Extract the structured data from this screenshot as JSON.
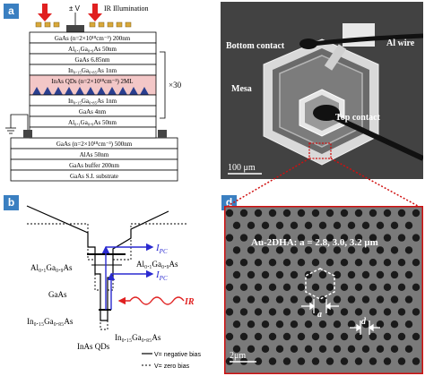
{
  "panels": {
    "a": "a",
    "b": "b",
    "c": "c",
    "d": "d"
  },
  "panel_a": {
    "voltage": "± V",
    "ir_illumination": "IR Illumination",
    "layers": [
      "GaAs (n=2×10¹⁸cm⁻³) 200nm",
      "Al₀.₁Ga₀.₉As 50nm",
      "GaAs 6.85nm",
      "In₀.₁₅Ga₀.₈₅As 1nm",
      "InAs QDs (n=2×10¹⁸cm⁻³) 2ML",
      "In₀.₁₅Ga₀.₈₅As 1nm",
      "GaAs 4nm",
      "Al₀.₁Ga₀.₉As 50nm",
      "GaAs (n=2×10¹⁸cm⁻³) 500nm",
      "AlAs 50nm",
      "GaAs buffer 200nm",
      "GaAs S.I. substrate"
    ],
    "repeat": "×30"
  },
  "panel_b": {
    "i_pc_top": "I",
    "i_pc_top_sub": "PC",
    "i_pc_mid": "I",
    "i_pc_mid_sub": "PC",
    "algaas_left": "Al₀.₁Ga₀.₉As",
    "algaas_right": "Al₀.₁Ga₀.₉As",
    "gaas": "GaAs",
    "ingaas_left": "In₀.₁₅Ga₀.₈₅As",
    "ingaas_right": "In₀.₁₅Ga₀.₈₅As",
    "inas": "InAs QDs",
    "ir": "IR",
    "legend_negative": "V= negative bias",
    "legend_zero": "V= zero bias"
  },
  "panel_c": {
    "bottom_contact": "Bottom contact",
    "al_wire": "Al wire",
    "mesa": "Mesa",
    "top_contact": "Top contact",
    "scale": "100 μm"
  },
  "panel_d": {
    "title": "Au-2DHA: a = 2.8, 3.0, 3.2 μm",
    "a_label": "a",
    "d_label": "d",
    "scale": "2μm"
  },
  "colors": {
    "panel_label": "#3a7fc1",
    "arrow_red": "#e02020",
    "qd_layer": "#f3c7c7",
    "triangle": "#2a3f8f",
    "arrow_blue": "#2a2ad0",
    "dotted_red": "#d01010"
  }
}
